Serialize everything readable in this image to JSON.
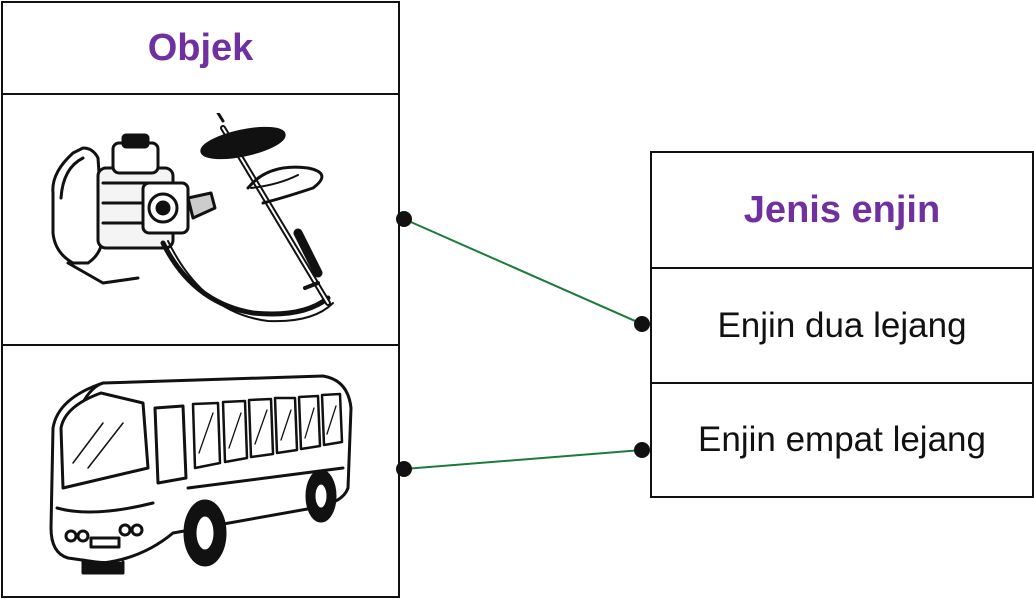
{
  "left_table": {
    "header": "Objek",
    "objects": [
      {
        "icon": "brush-cutter-icon"
      },
      {
        "icon": "bus-icon"
      }
    ]
  },
  "right_table": {
    "header": "Jenis enjin",
    "items": [
      "Enjin dua lejang",
      "Enjin empat lejang"
    ]
  },
  "colors": {
    "header_text": "#7030A0",
    "connector_line": "#1E7A3A",
    "border": "#111111"
  },
  "connections": [
    {
      "from_object": 0,
      "to_item": 0
    },
    {
      "from_object": 1,
      "to_item": 1
    }
  ]
}
